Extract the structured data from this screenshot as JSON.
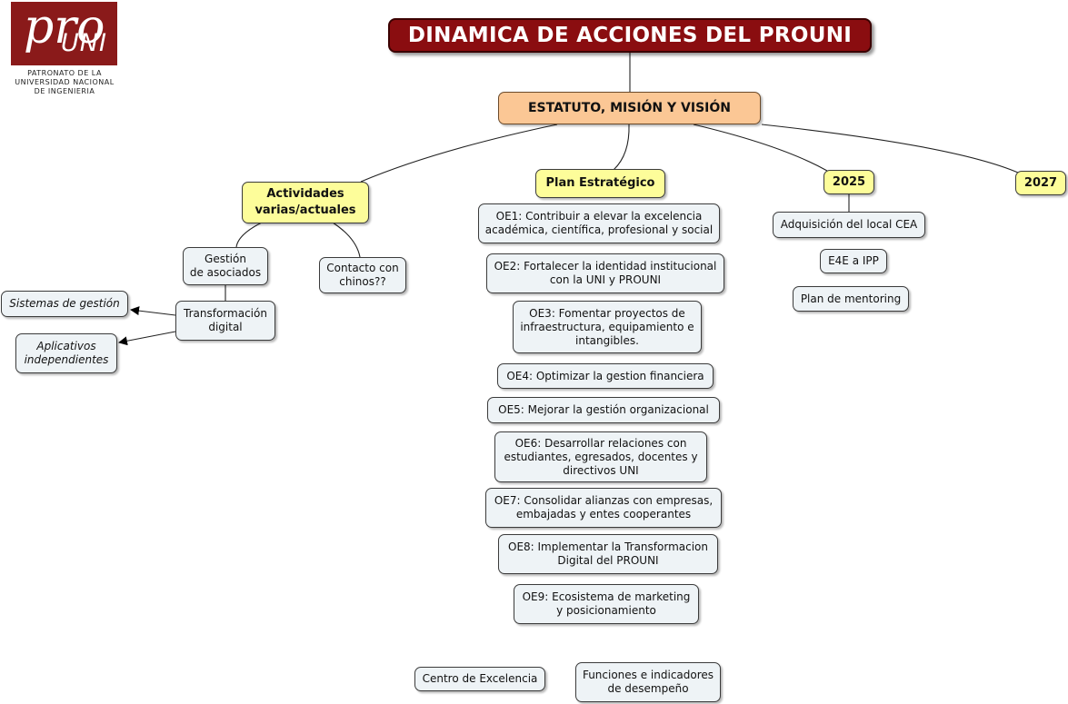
{
  "logo": {
    "wordmark_pro": "pro",
    "wordmark_uni": "UNI",
    "caption": "PATRONATO DE LA\nUNIVERSIDAD NACIONAL\nDE INGENIERIA",
    "brand_color": "#8a1a1a"
  },
  "colors": {
    "title_fill": "#8a0d10",
    "main_fill": "#fbc795",
    "branch_fill": "#fdfd9a",
    "leaf_fill": "#eef3f6",
    "line": "#222222"
  },
  "title": "DINAMICA DE ACCIONES DEL PROUNI",
  "root": "ESTATUTO, MISIÓN Y VISIÓN",
  "branches": {
    "actividades": "Actividades\nvarias/actuales",
    "plan": "Plan Estratégico",
    "y2025": "2025",
    "y2027": "2027"
  },
  "actividades": {
    "gestion": "Gestión\nde asociados",
    "transformacion": "Transformación\ndigital",
    "contacto": "Contacto con\nchinos??",
    "sistemas": "Sistemas de gestión",
    "aplicativos": "Aplicativos\nindependientes"
  },
  "objetivos": {
    "oe1": "OE1: Contribuir a elevar la excelencia\nacadémica, científica, profesional y social",
    "oe2": "OE2: Fortalecer la identidad institucional\ncon la UNI y PROUNI",
    "oe3": "OE3: Fomentar proyectos de\ninfraestructura, equipamiento e\nintangibles.",
    "oe4": "OE4: Optimizar la gestion financiera",
    "oe5": "OE5: Mejorar  la gestión organizacional",
    "oe6": "OE6: Desarrollar relaciones con\nestudiantes, egresados, docentes y\ndirectivos UNI",
    "oe7": "OE7: Consolidar alianzas con empresas,\nembajadas y entes cooperantes",
    "oe8": "OE8: Implementar la Transformacion\nDigital del PROUNI",
    "oe9": "OE9: Ecosistema de marketing\ny posicionamiento"
  },
  "y2025_items": {
    "local": "Adquisición del local CEA",
    "e4e": "E4E a IPP",
    "mentoring": "Plan de mentoring"
  },
  "extra": {
    "centro": "Centro de Excelencia",
    "funciones": "Funciones e indicadores\nde desempeño"
  }
}
